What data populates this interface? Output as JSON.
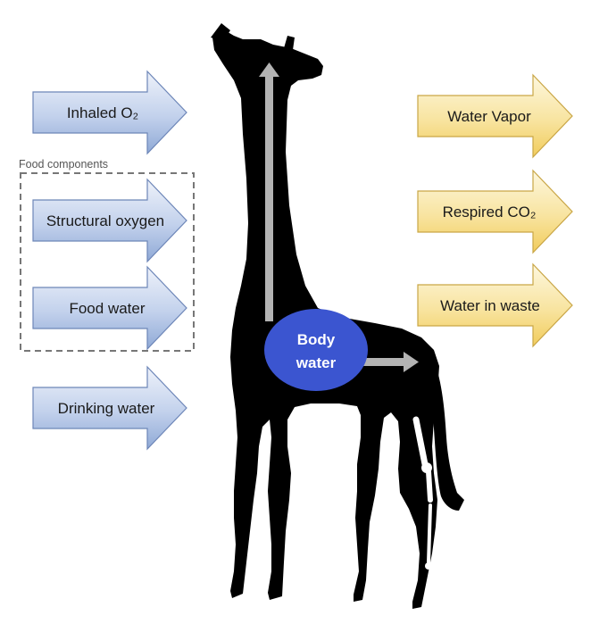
{
  "inputs": [
    {
      "label": "Inhaled O₂"
    },
    {
      "label": "Structural oxygen"
    },
    {
      "label": "Food water"
    },
    {
      "label": "Drinking water"
    }
  ],
  "food_group": {
    "label": "Food components"
  },
  "outputs": [
    {
      "label": "Water Vapor"
    },
    {
      "label": "Respired CO₂"
    },
    {
      "label": "Water in waste"
    }
  ],
  "body_water": {
    "line1": "Body",
    "line2": "water"
  },
  "colors": {
    "input_fill_light": "#e9eef8",
    "input_fill_dark": "#8fa9d6",
    "input_stroke": "#6d86b8",
    "output_fill_light": "#fdf6dc",
    "output_fill_dark": "#f3cf63",
    "output_stroke": "#c9a646",
    "silhouette": "#000000",
    "body_water": "#3b55d0",
    "internal_arrow": "#b3b3b3",
    "group_border": "#777777"
  }
}
